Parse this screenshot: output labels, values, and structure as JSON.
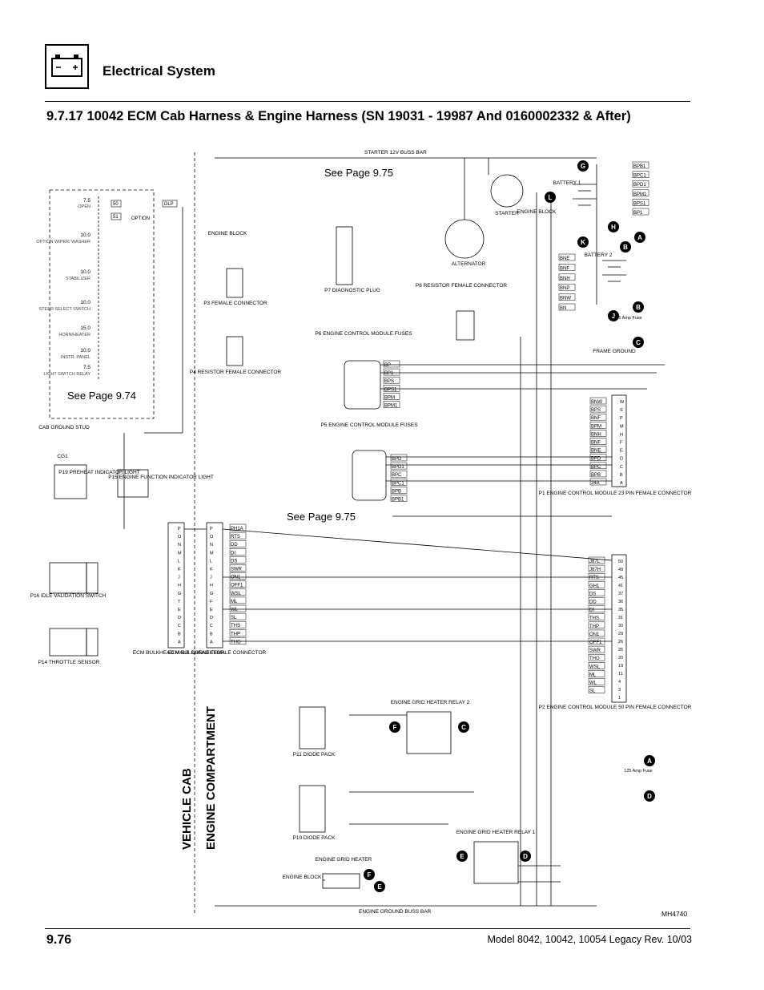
{
  "header": {
    "title": "Electrical System"
  },
  "section": {
    "title": "9.7.17      10042 ECM Cab Harness & Engine Harness (SN 19031 - 19987 And 0160002332 & After)"
  },
  "footer": {
    "page_number": "9.76",
    "model": "Model  8042, 10042, 10054 Legacy    Rev.  10/03",
    "figure_code": "MH4740"
  },
  "refs": {
    "see_974": "See Page 9.74",
    "see_975_top": "See Page 9.75",
    "see_975_mid": "See Page 9.75"
  },
  "zones": {
    "vehicle_cab": "VEHICLE CAB",
    "engine_compartment": "ENGINE COMPARTMENT"
  },
  "busses": {
    "starter": "STARTER 12V BUSS BAR",
    "ground": "ENGINE GROUND BUSS BAR"
  },
  "fuse_panel": {
    "fuses": [
      {
        "amps": "7.5",
        "label": "OPEN"
      },
      {
        "amps": "10.0",
        "label": "OPTION WIPER/ WASHER"
      },
      {
        "amps": "10.0",
        "label": "STABILIZER"
      },
      {
        "amps": "10.0",
        "label": "STEER SELECT SWITCH"
      },
      {
        "amps": "15.0",
        "label": "HORN/HEATER"
      },
      {
        "amps": "10.0",
        "label": "INSTR. PANEL"
      },
      {
        "amps": "7.5",
        "label": "LIGHT SWITCH RELAY"
      }
    ],
    "wire_50": "50",
    "wire_51": "51",
    "option": "OPTION",
    "dlp": "DLP"
  },
  "components": {
    "cab_ground": "CAB GROUND STUD",
    "cg1": "CG1",
    "p19": "P19 PREHEAT INDICATOR LIGHT",
    "p15": "P15 ENGINE FUNCTION INDICATOR LIGHT",
    "p16": "P16 IDLE VALIDATION SWITCH",
    "p14": "P14 THROTTLE SENSOR",
    "ecm_male": "ECM BULKHEAD MALE CONNECTOR",
    "ecm_female": "ECM BULKHEAD FEMALE CONNECTOR",
    "engine_block": "ENGINE BLOCK",
    "p3": "P3 FEMALE CONNECTOR",
    "p4": "P4 RESISTOR FEMALE CONNECTOR",
    "p7": "P7 DIAGNOSTIC PLUG",
    "p6": "P6 ENGINE CONTROL MODULE FUSES",
    "p5": "P5 ENGINE CONTROL MODULE FUSES",
    "p8": "P8 RESISTOR FEMALE CONNECTOR",
    "alternator": "ALTERNATOR",
    "starter": "STARTER",
    "battery1": "BATTERY 1",
    "battery2": "BATTERY 2",
    "fuse125": "125 Amp Fuse",
    "frame_ground": "FRAME GROUND",
    "p1": "P1 ENGINE CONTROL MODULE 23 PIN FEMALE CONNECTOR",
    "p2": "P2 ENGINE CONTROL MODULE 50 PIN FEMALE CONNECTOR",
    "relay2": "ENGINE GRID HEATER RELAY 2",
    "relay1": "ENGINE GRID HEATER RELAY 1",
    "p11": "P11 DIODE PACK",
    "p10": "P10 DIODE PACK",
    "grid_heater": "ENGINE GRID HEATER"
  },
  "ecm_male_pins": [
    "P",
    "O",
    "N",
    "M",
    "L",
    "K",
    "J",
    "H",
    "G",
    "T",
    "E",
    "D",
    "C",
    "B",
    "A"
  ],
  "ecm_female_pins": [
    "P",
    "O",
    "N",
    "M",
    "L",
    "K",
    "J",
    "H",
    "G",
    "F",
    "E",
    "D",
    "C",
    "B",
    "A"
  ],
  "ecm_female_wires": [
    "PH1A",
    "RTS",
    "DD",
    "DI",
    "DS",
    "SWR",
    "ON1",
    "OFF1",
    "WSL",
    "ML",
    "WL",
    "SL",
    "THS",
    "THP",
    "THG"
  ],
  "p1_wires": [
    "BNW",
    "BPS",
    "BNF",
    "BPM",
    "BNH",
    "BNF",
    "BNE",
    "BPD",
    "BPC",
    "BPB",
    "34A"
  ],
  "p1_pins": [
    "W",
    "S",
    "P",
    "M",
    "H",
    "F",
    "E",
    "D",
    "C",
    "B",
    "A"
  ],
  "p2_wires": [
    "J87L",
    "J87H",
    "RTS",
    "GH1",
    "DS",
    "DD",
    "DI",
    "THS",
    "THP",
    "ON1",
    "OFF1",
    "SWR",
    "THG",
    "WSL",
    "ML",
    "WL",
    "SL"
  ],
  "p2_pins": [
    "50",
    "49",
    "45",
    "41",
    "37",
    "36",
    "35",
    "31",
    "30",
    "29",
    "26",
    "25",
    "20",
    "19",
    "11",
    "4",
    "3",
    "1"
  ],
  "p6_wires": [
    "BP",
    "BP1",
    "BPS",
    "BPS1",
    "BPM",
    "BPM1"
  ],
  "p5_wires": [
    "BPD",
    "BPD1",
    "BPC",
    "BPC1",
    "BPB",
    "BPB1"
  ],
  "batt_wires": [
    "BPB1",
    "BPC1",
    "BPD1",
    "BPM1",
    "BPS1",
    "BP1"
  ],
  "bn_wires": [
    "BNE",
    "BNF",
    "BNH",
    "BNP",
    "BNW",
    "BN"
  ],
  "callouts": {
    "A": "A",
    "B": "B",
    "C": "C",
    "D": "D",
    "E": "E",
    "F": "F",
    "G": "G",
    "H": "H",
    "J": "J",
    "K": "K",
    "L": "L"
  }
}
